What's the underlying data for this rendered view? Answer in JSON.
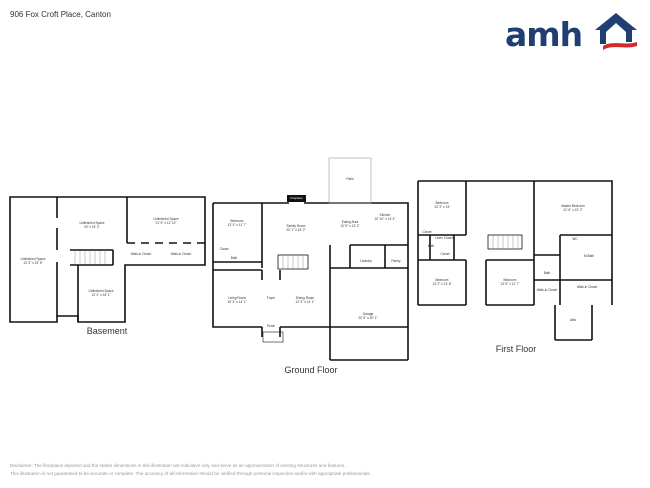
{
  "header": {
    "address": "906 Fox Croft Place, Canton",
    "logo_text": "amh",
    "logo_colors": {
      "text": "#1f3f73",
      "swoosh": "#d42a2a"
    }
  },
  "floors": {
    "basement": {
      "title": "Basement",
      "rooms": [
        {
          "name": "Unfinished Space",
          "dims": "13' 3\" x 25' 5\""
        },
        {
          "name": "Unfinished Space",
          "dims": "20' x 15' 2\""
        },
        {
          "name": "Unfinished Space",
          "dims": "21' 9\" x 12' 10\""
        },
        {
          "name": "Walk-in Closet",
          "dims": ""
        },
        {
          "name": "Walk-in Closet",
          "dims": ""
        },
        {
          "name": "Unfinished Space",
          "dims": "13' 2\" x 16' 1\""
        }
      ]
    },
    "ground": {
      "title": "Ground Floor",
      "rooms": [
        {
          "name": "Patio",
          "dims": ""
        },
        {
          "name": "Fireplace",
          "dims": ""
        },
        {
          "name": "Bedroom",
          "dims": "13' 3\" x 11' 7\""
        },
        {
          "name": "Family Room",
          "dims": "20' 1\" x 15' 2\""
        },
        {
          "name": "Eating Area",
          "dims": "10' 5\" x 13' 2\""
        },
        {
          "name": "Kitchen",
          "dims": "10' 10\" x 14' 4\""
        },
        {
          "name": "Closet",
          "dims": ""
        },
        {
          "name": "Bath",
          "dims": ""
        },
        {
          "name": "Laundry",
          "dims": ""
        },
        {
          "name": "Pantry",
          "dims": ""
        },
        {
          "name": "Living Room",
          "dims": "15' 3\" x 14' 1\""
        },
        {
          "name": "Foyer",
          "dims": ""
        },
        {
          "name": "Dining Room",
          "dims": "13' 3\" x 14' 1\""
        },
        {
          "name": "Porch",
          "dims": ""
        },
        {
          "name": "Garage",
          "dims": "20' 5\" x 20' 1\""
        }
      ]
    },
    "first": {
      "title": "First Floor",
      "rooms": [
        {
          "name": "Bedroom",
          "dims": "13' 3\" x 13'"
        },
        {
          "name": "Master Bedroom",
          "dims": "21' 6\" x 15' 2\""
        },
        {
          "name": "Closet",
          "dims": ""
        },
        {
          "name": "Linen Closet",
          "dims": ""
        },
        {
          "name": "Bath",
          "dims": ""
        },
        {
          "name": "Closet",
          "dims": ""
        },
        {
          "name": "WC",
          "dims": ""
        },
        {
          "name": "M.Bath",
          "dims": ""
        },
        {
          "name": "Bath",
          "dims": ""
        },
        {
          "name": "Bedroom",
          "dims": "13' 2\" x 13' 8\""
        },
        {
          "name": "Bedroom",
          "dims": "13' 5\" x 12' 7\""
        },
        {
          "name": "Walk-in Closet",
          "dims": ""
        },
        {
          "name": "Walk-in Closet",
          "dims": ""
        },
        {
          "name": "Attic",
          "dims": ""
        }
      ]
    }
  },
  "disclaimer": {
    "line1": "Disclaimer: The floorplans depicted and the stated dimensions in this illustration are indicative only and serve as an approximation of existing structures and features.",
    "line2": "This illustration is not guaranteed to be accurate or complete. The accuracy of all information should be verified through personal inspection and/or with appropriate professionals."
  }
}
